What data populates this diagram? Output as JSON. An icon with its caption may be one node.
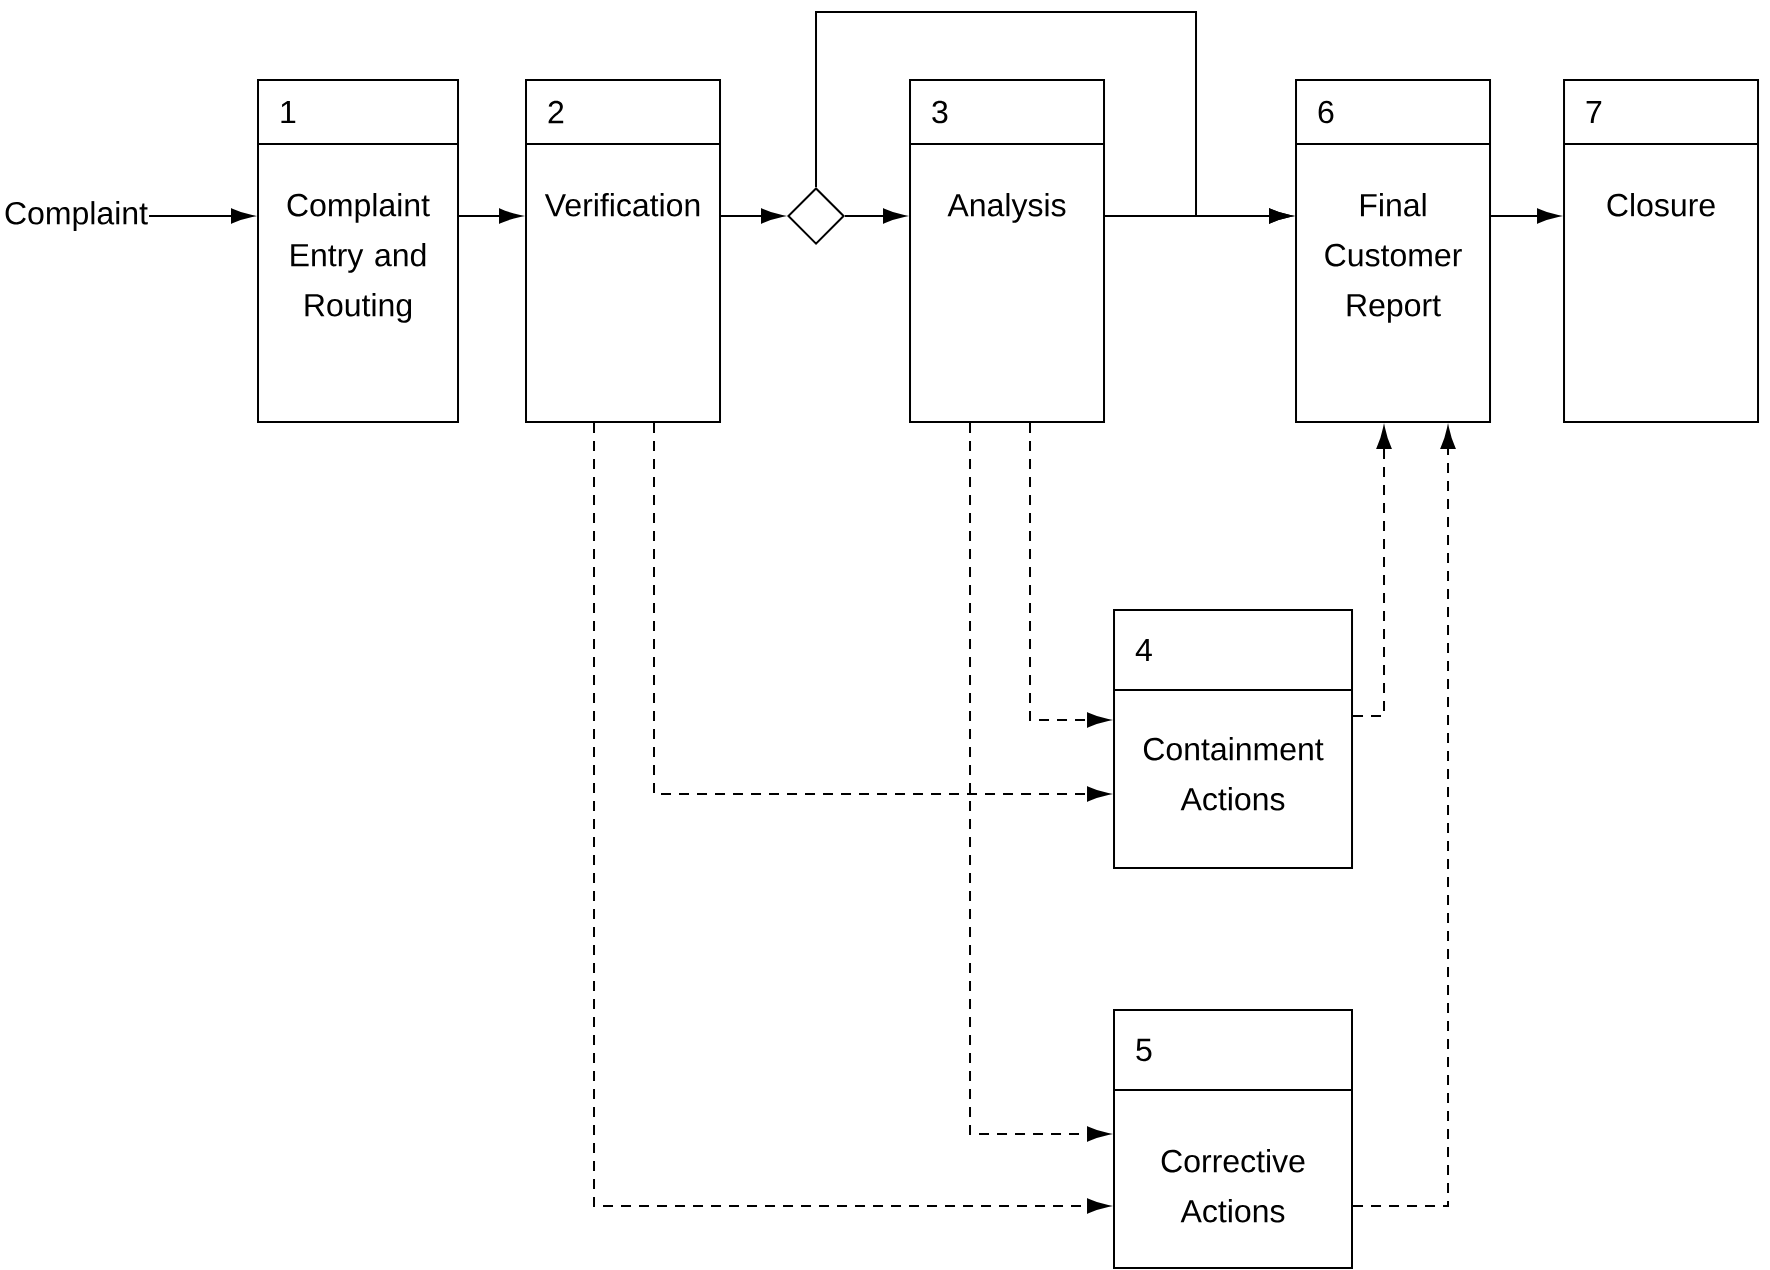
{
  "diagram": {
    "nodes": [
      {
        "text": [
          "Complaint"
        ]
      },
      {
        "text": [
          "1",
          "Complaint Entry and Routing"
        ]
      },
      {
        "text": [
          "2",
          "Verification"
        ]
      },
      {
        "text": [],
        "shape": "diamond"
      },
      {
        "text": [
          "3",
          "Analysis"
        ]
      },
      {
        "text": [
          "6",
          "Final Customer Report"
        ]
      },
      {
        "text": [
          "7",
          "Closure"
        ]
      },
      {
        "text": [
          "4",
          "Containment Actions"
        ]
      },
      {
        "text": [
          "5",
          "Corrective Actions"
        ]
      }
    ],
    "edges": [
      {
        "from": 0,
        "to": 1,
        "arrow": "to"
      },
      {
        "from": 1,
        "to": 2,
        "arrow": "to"
      },
      {
        "from": 2,
        "to": 3,
        "arrow": "to"
      },
      {
        "from": 3,
        "to": 4,
        "arrow": "to"
      },
      {
        "from": 4,
        "to": 5,
        "arrow": "to"
      },
      {
        "from": 3,
        "to": 5,
        "arrow": "to"
      },
      {
        "from": 2,
        "to": 7,
        "arrow": "to",
        "style": "dashed"
      },
      {
        "from": 2,
        "to": 8,
        "arrow": "to",
        "style": "dashed"
      },
      {
        "from": 4,
        "to": 7,
        "arrow": "to",
        "style": "dashed"
      },
      {
        "from": 4,
        "to": 8,
        "arrow": "to",
        "style": "dashed"
      },
      {
        "from": 7,
        "to": 5,
        "arrow": "to",
        "style": "dashed"
      },
      {
        "from": 8,
        "to": 5,
        "arrow": "to",
        "style": "dashed"
      },
      {
        "from": 5,
        "to": 6,
        "arrow": "to"
      }
    ]
  }
}
